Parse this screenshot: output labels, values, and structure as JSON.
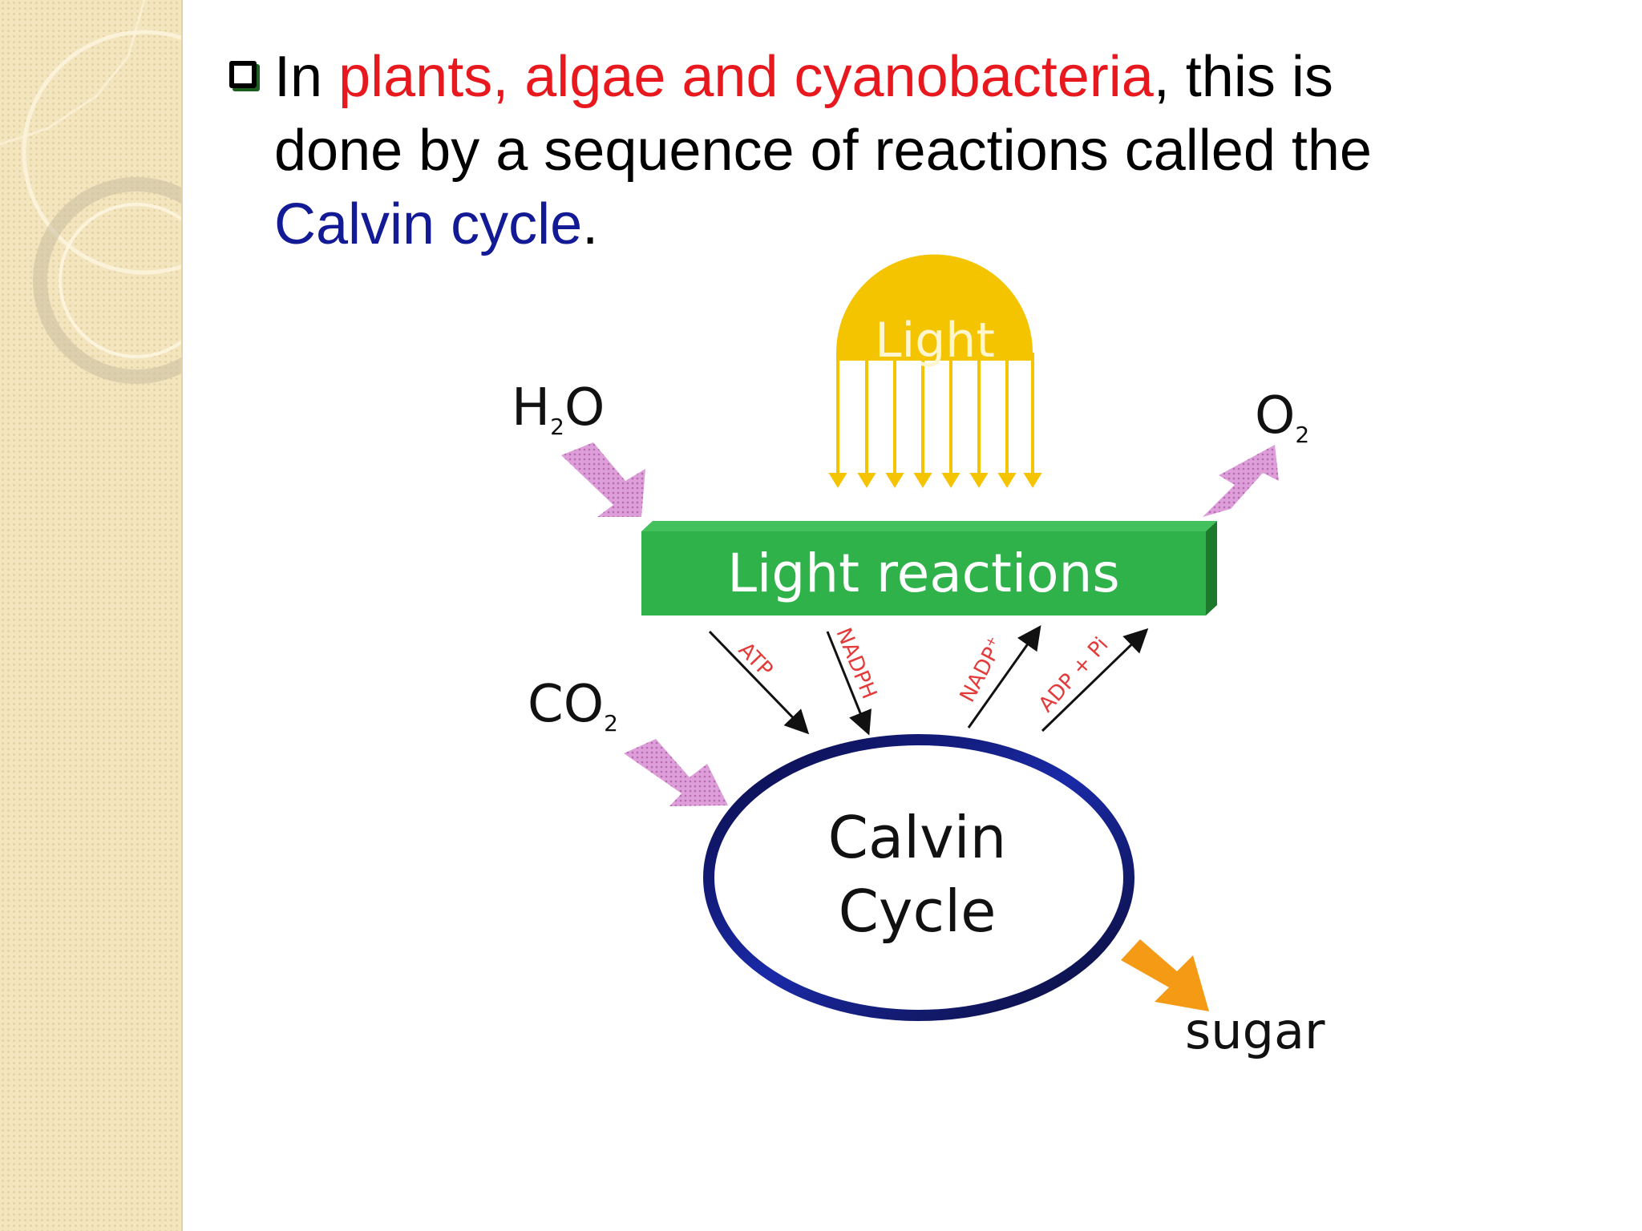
{
  "slide": {
    "text_prefix": "In ",
    "text_highlight_1": "plants, algae and cyanobacteria",
    "text_middle": ", this is done by a sequence of reactions called the ",
    "text_highlight_2": "Calvin cycle",
    "text_suffix": ".",
    "highlight_1_color": "#e8191e",
    "highlight_2_color": "#121a96",
    "bullet_icon": "checkbox-square-icon"
  },
  "diagram": {
    "light_label": "Light",
    "h2o_label": "H",
    "h2o_sub": "2",
    "h2o_suffix": "O",
    "o2_label": "O",
    "o2_sub": "2",
    "light_reactions_label": "Light reactions",
    "co2_label": "CO",
    "co2_sub": "2",
    "atp_label": "ATP",
    "nadph_label": "NADPH",
    "nadp_label": "NADP",
    "nadp_sup": "+",
    "adp_label": "ADP + Pi",
    "calvin_line1": "Calvin",
    "calvin_line2": "Cycle",
    "sugar_label": "sugar",
    "colors": {
      "sun": "#f5c400",
      "light_box": "#2fb24a",
      "input_arrow": "#d99ad6",
      "sugar_arrow": "#f59a14",
      "cycle_ring": "#1a2aa8",
      "cofactor_label": "#e33a3a"
    }
  }
}
